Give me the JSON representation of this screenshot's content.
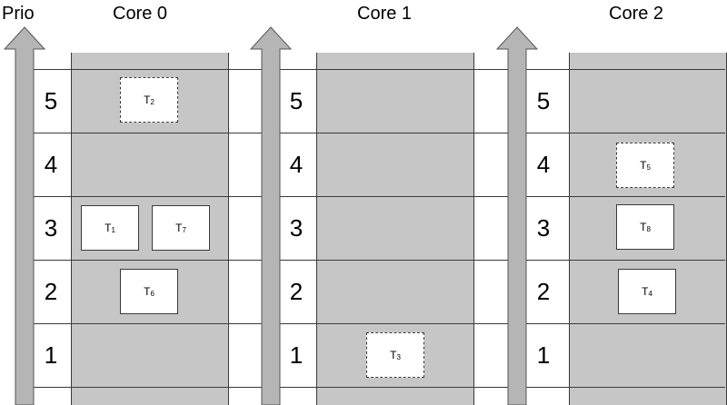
{
  "axis_label": "Prio",
  "cores": [
    {
      "name": "Core 0"
    },
    {
      "name": "Core 1"
    },
    {
      "name": "Core 2"
    }
  ],
  "priorities": [
    "5",
    "4",
    "3",
    "2",
    "1"
  ],
  "tasks": [
    {
      "letter": "T",
      "index": "2",
      "core": "Core 0",
      "priority": 5,
      "style": "dashed"
    },
    {
      "letter": "T",
      "index": "1",
      "core": "Core 0",
      "priority": 3,
      "style": "solid"
    },
    {
      "letter": "T",
      "index": "7",
      "core": "Core 0",
      "priority": 3,
      "style": "solid"
    },
    {
      "letter": "T",
      "index": "6",
      "core": "Core 0",
      "priority": 2,
      "style": "solid"
    },
    {
      "letter": "T",
      "index": "3",
      "core": "Core 1",
      "priority": 1,
      "style": "dashed"
    },
    {
      "letter": "T",
      "index": "5",
      "core": "Core 2",
      "priority": 4,
      "style": "dashed"
    },
    {
      "letter": "T",
      "index": "8",
      "core": "Core 2",
      "priority": 3,
      "style": "solid"
    },
    {
      "letter": "T",
      "index": "4",
      "core": "Core 2",
      "priority": 2,
      "style": "solid"
    }
  ],
  "colors": {
    "lane": "#c6c6c6",
    "arrow": "#b5b5b5",
    "line": "#3a3a3a"
  }
}
